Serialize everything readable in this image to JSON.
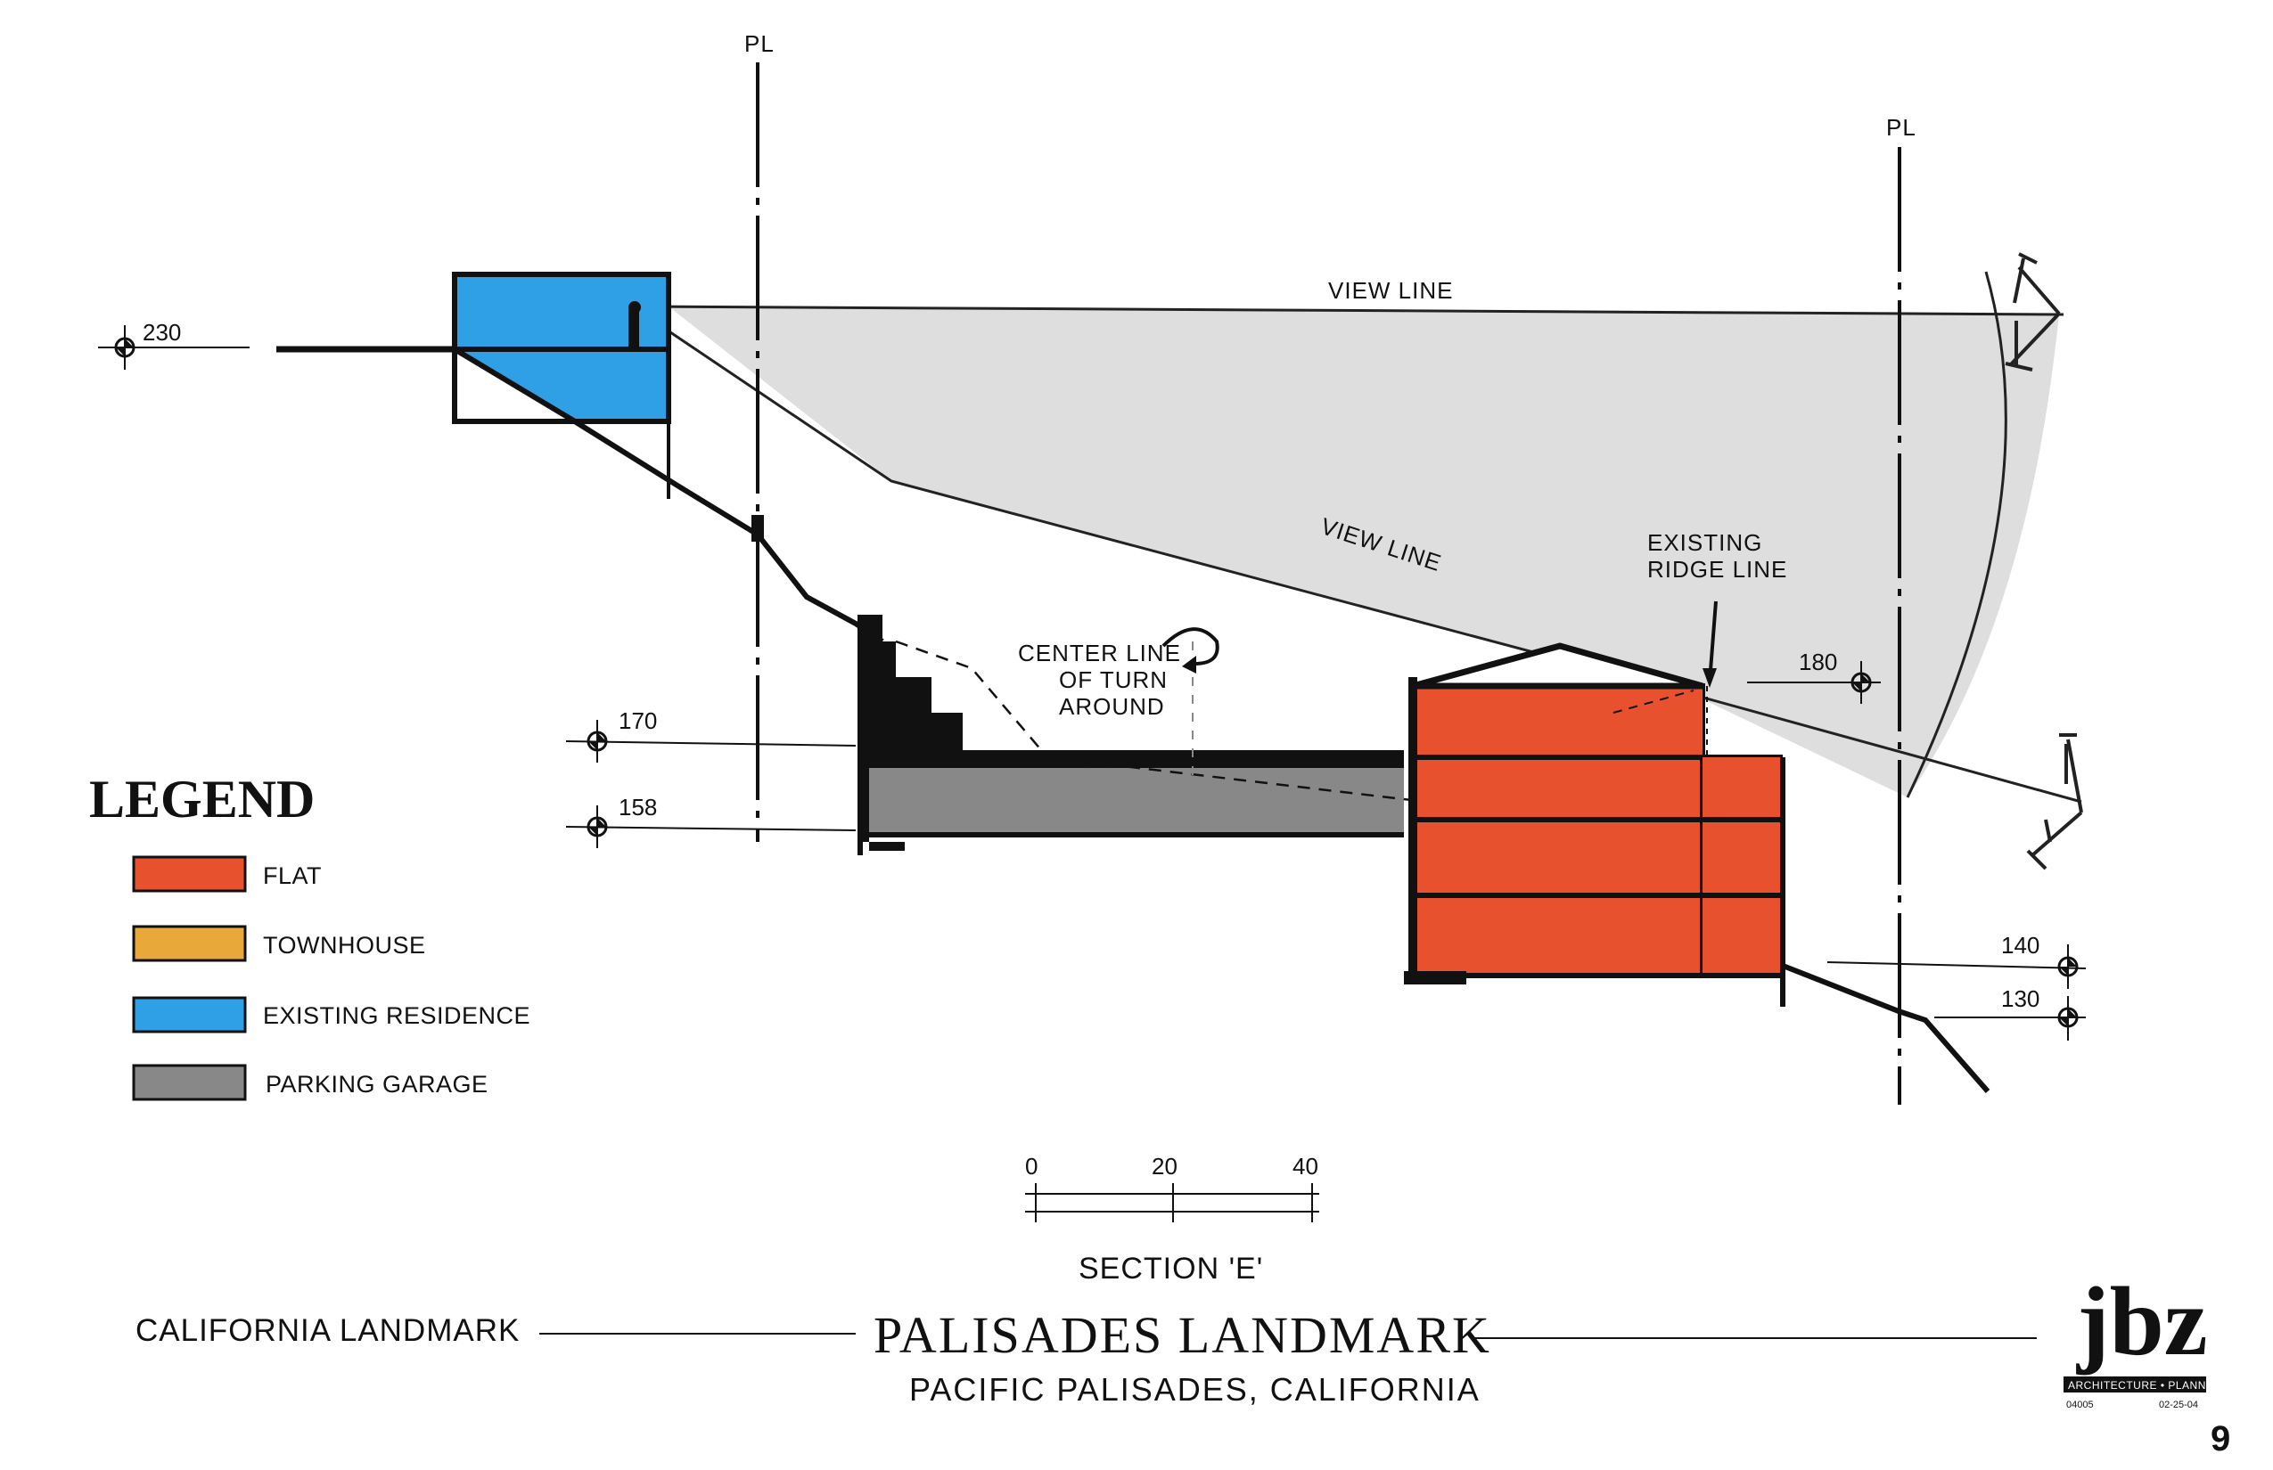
{
  "drawing": {
    "property_line_label": "PL",
    "view_line_upper": "VIEW LINE",
    "view_line_lower": "VIEW LINE",
    "existing_ridge_line": [
      "EXISTING",
      "RIDGE LINE"
    ],
    "center_line_turnaround": [
      "CENTER LINE",
      "OF TURN",
      "AROUND"
    ],
    "elevations": {
      "e230": "230",
      "e180": "180",
      "e170": "170",
      "e158": "158",
      "e140": "140",
      "e130": "130"
    },
    "scale_labels": [
      "0",
      "20",
      "40"
    ]
  },
  "legend": {
    "title": "LEGEND",
    "items": [
      {
        "label": "FLAT",
        "color": "#e8512e"
      },
      {
        "label": "TOWNHOUSE",
        "color": "#e9a93a"
      },
      {
        "label": "EXISTING RESIDENCE",
        "color": "#2f9fe6"
      },
      {
        "label": "PARKING GARAGE",
        "color": "#888888"
      }
    ]
  },
  "title_block": {
    "section": "SECTION 'E'",
    "client": "CALIFORNIA LANDMARK",
    "project": "PALISADES LANDMARK",
    "location": "PACIFIC PALISADES, CALIFORNIA",
    "sheet_number": "9"
  },
  "logo": {
    "letters": "jbz",
    "band_text": "ARCHITECTURE • PLANNING",
    "job_number": "04005",
    "date": "02-25-04"
  },
  "colors": {
    "flat": "#e8512e",
    "existing_residence": "#2f9fe6",
    "parking_garage": "#888888",
    "view_cone": "#dedede",
    "ink": "#111111"
  }
}
